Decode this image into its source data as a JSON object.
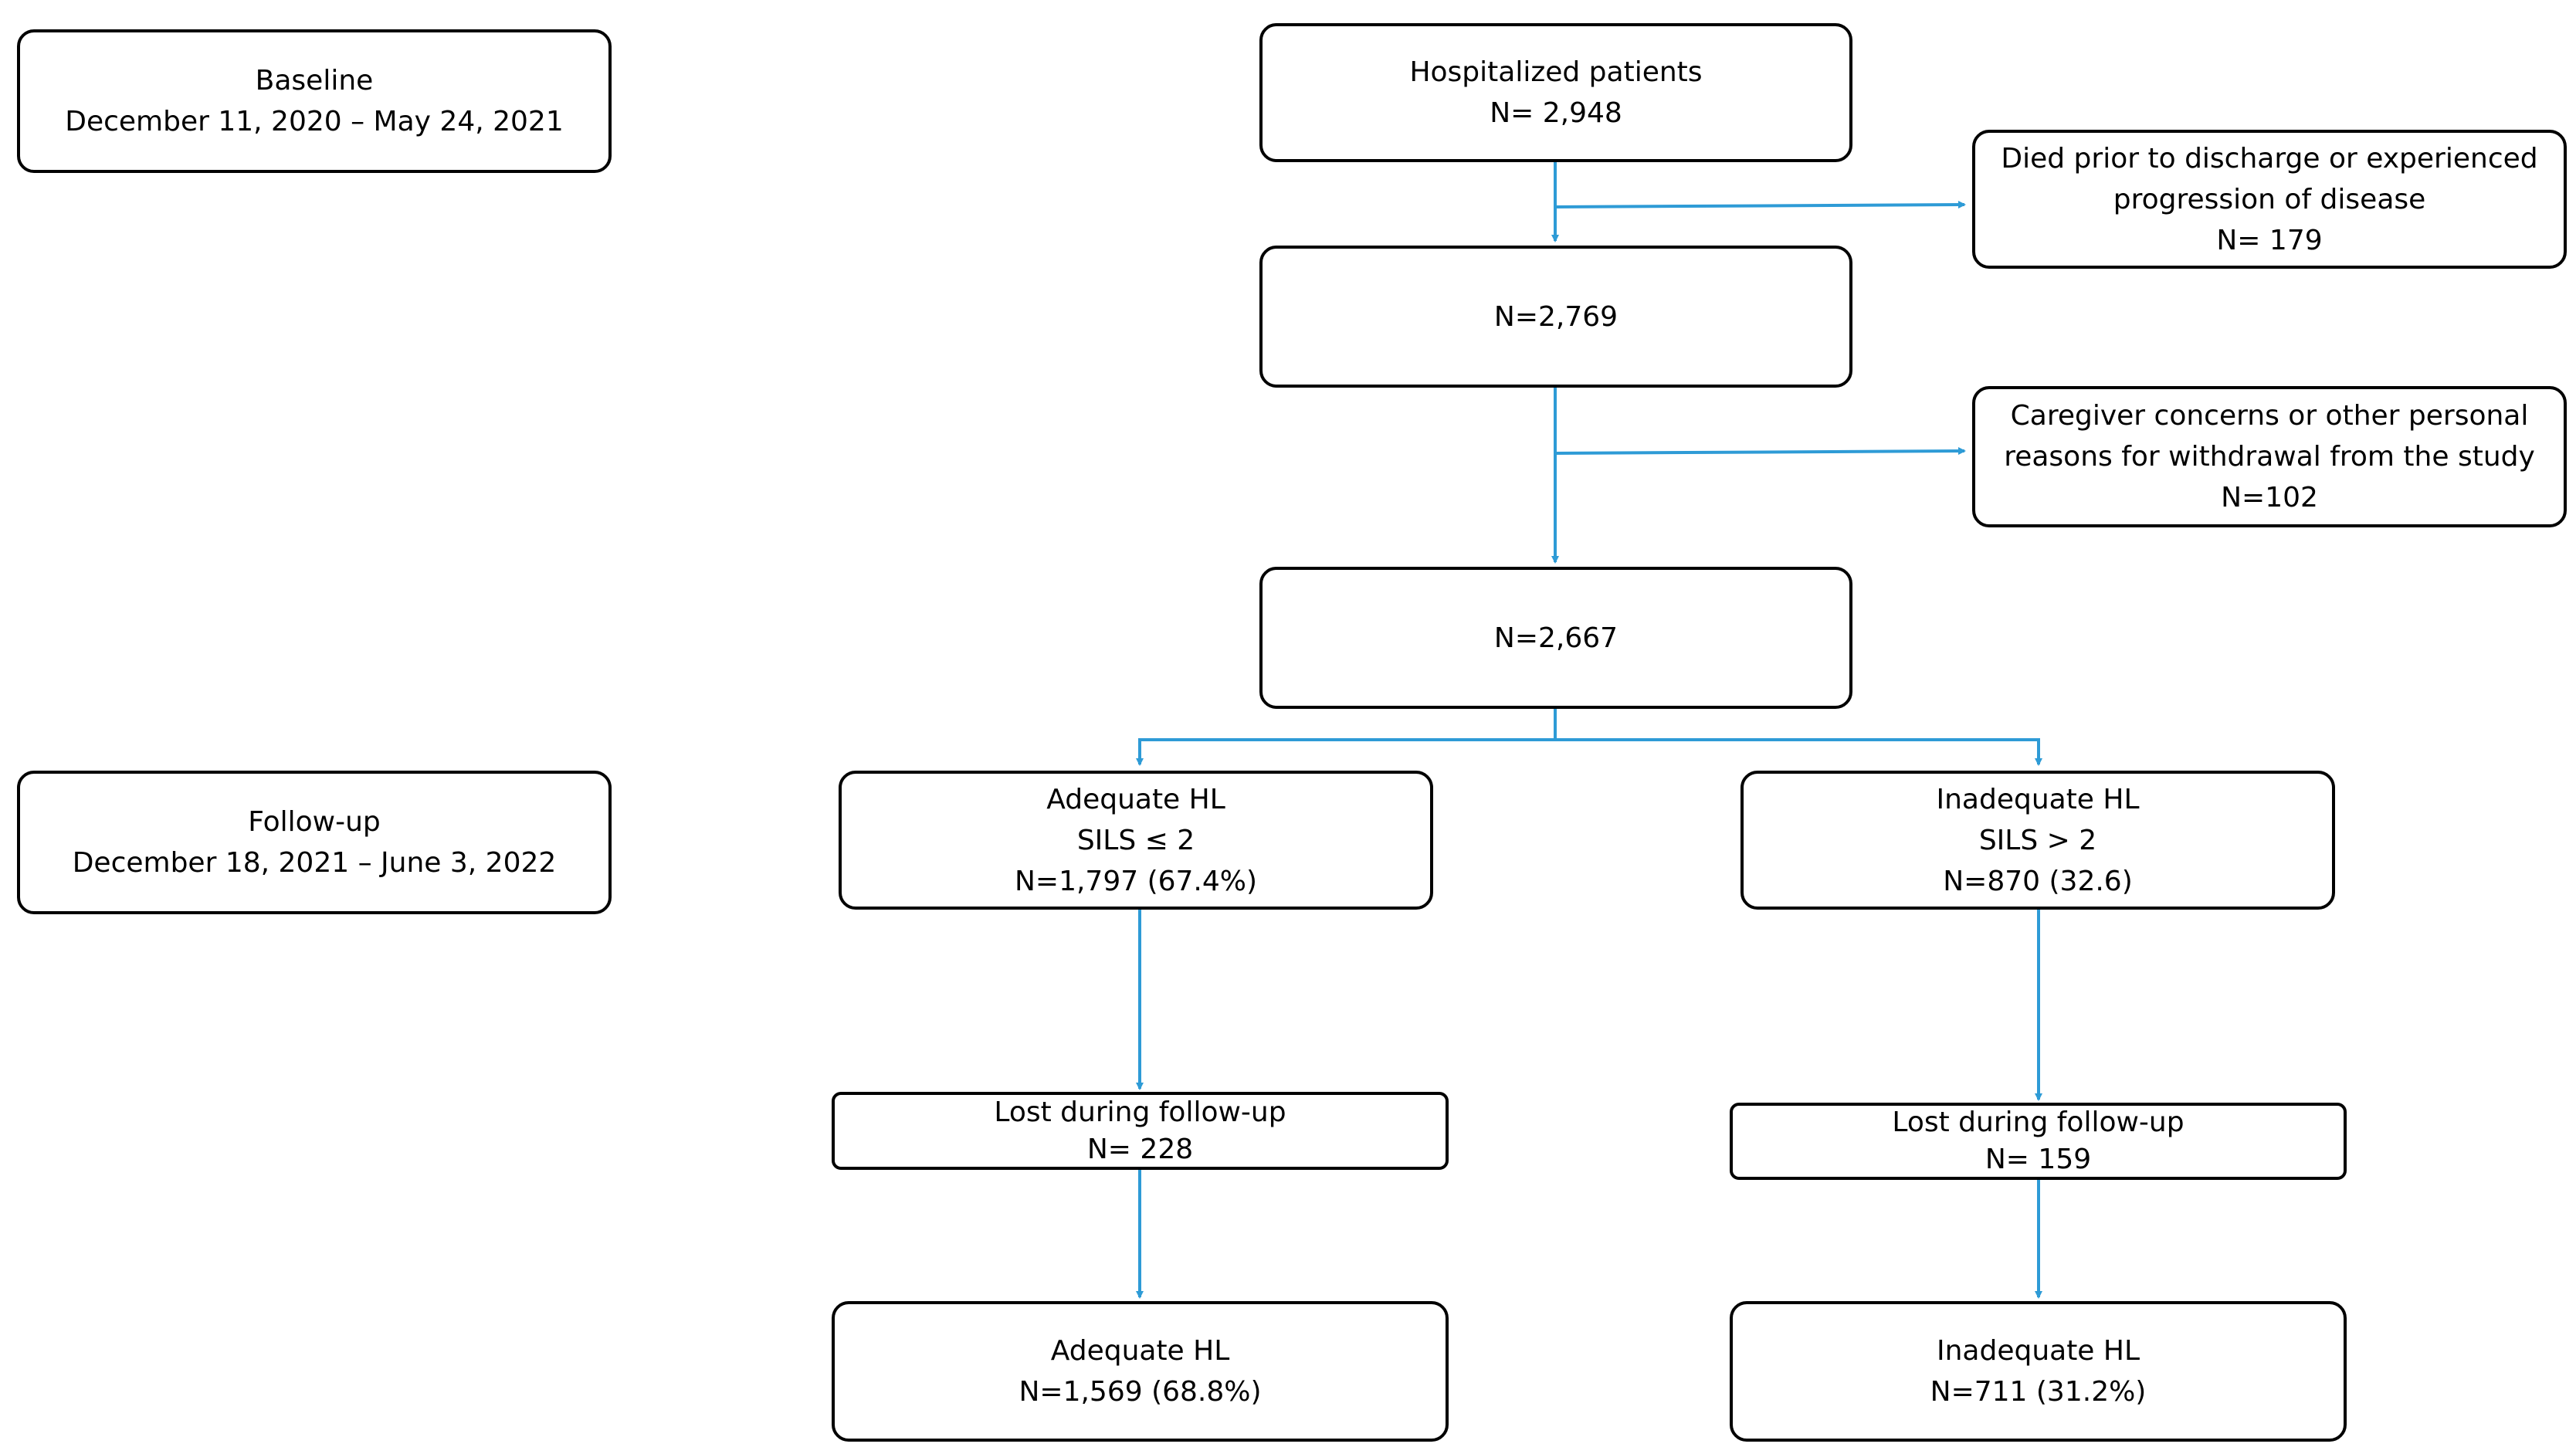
{
  "phases": {
    "baseline": {
      "label": "Baseline",
      "dates": "December 11, 2020 – May 24, 2021"
    },
    "follow_up": {
      "label": "Follow-up",
      "dates": "December 18, 2021 – June 3, 2022"
    }
  },
  "flow": {
    "hospitalized": {
      "title": "Hospitalized patients",
      "n": "N= 2,948"
    },
    "excluded_died": {
      "line1": "Died prior to discharge or experienced",
      "line2": "progression of disease",
      "n": "N= 179"
    },
    "after_first": {
      "n": "N=2,769"
    },
    "excluded_withdrawal": {
      "line1": "Caregiver concerns or other personal",
      "line2": "reasons for withdrawal from the study",
      "n": "N=102"
    },
    "after_second": {
      "n": "N=2,667"
    },
    "adequate_baseline": {
      "title": "Adequate HL",
      "criterion": "SILS ≤ 2",
      "n": "N=1,797 (67.4%)"
    },
    "inadequate_baseline": {
      "title": "Inadequate HL",
      "criterion": "SILS > 2",
      "n": "N=870 (32.6)"
    },
    "lost_left": {
      "title": "Lost during follow-up",
      "n": "N= 228"
    },
    "lost_right": {
      "title": "Lost during follow-up",
      "n": "N= 159"
    },
    "adequate_followup": {
      "title": "Adequate HL",
      "n": "N=1,569 (68.8%)"
    },
    "inadequate_followup": {
      "title": "Inadequate HL",
      "n": "N=711 (31.2%)"
    }
  },
  "colors": {
    "arrow": "#2E9BD6",
    "border": "#000000"
  }
}
